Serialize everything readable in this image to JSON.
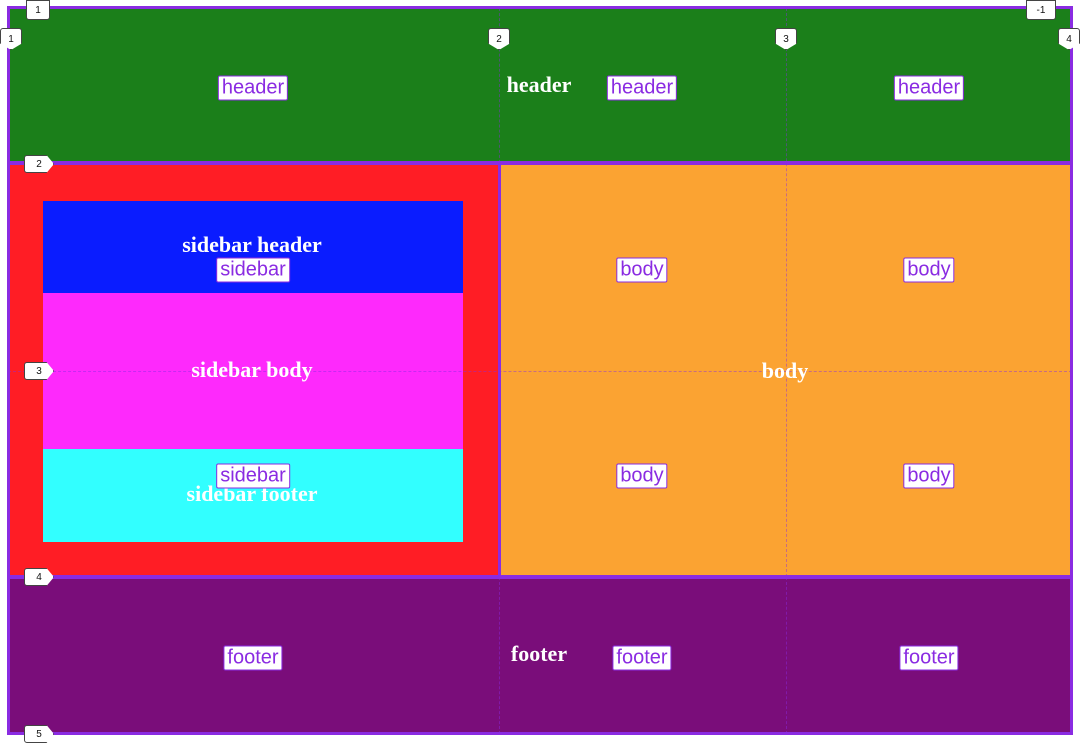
{
  "header": {
    "area_label": "header",
    "cell_tags": [
      "header",
      "header",
      "header"
    ]
  },
  "sidebar": {
    "header_label": "sidebar header",
    "body_label": "sidebar body",
    "footer_label": "sidebar footer",
    "cell_tags": [
      "sidebar",
      "sidebar"
    ]
  },
  "body": {
    "area_label": "body",
    "cell_tags": [
      "body",
      "body",
      "body",
      "body"
    ]
  },
  "footer": {
    "area_label": "footer",
    "cell_tags": [
      "footer",
      "footer",
      "footer"
    ]
  },
  "grid": {
    "column_lines": [
      "1",
      "2",
      "3",
      "4"
    ],
    "column_line_negative": "-1",
    "row_lines": [
      "1",
      "2",
      "3",
      "4",
      "5"
    ]
  },
  "colors": {
    "header": "#1b7f1a",
    "sidebar": "#ff1d25",
    "sidebar_header": "#0a1cff",
    "sidebar_body": "#fe29fc",
    "sidebar_footer": "#32ffff",
    "body": "#fba332",
    "footer": "#7a0d7a",
    "grid_line": "#8a2be2"
  }
}
